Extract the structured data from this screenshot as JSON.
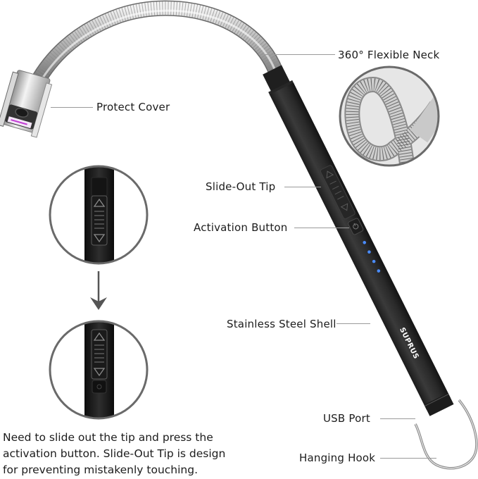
{
  "product": {
    "brand": "SUPRUS",
    "type": "USB rechargeable arc lighter with flexible neck",
    "colors": {
      "body": "#2b2b2b",
      "neck": "#bfbfbf",
      "led": "#4a8cff",
      "circle_stroke": "#6a6a6a",
      "leader_line": "#9a9a9a",
      "arc": "#c23bd4"
    },
    "led_count": 4
  },
  "labels": {
    "protect_cover": "Protect Cover",
    "flexible_neck": "360° Flexible Neck",
    "slide_out_tip": "Slide-Out Tip",
    "activation_button": "Activation Button",
    "steel_shell": "Stainless Steel Shell",
    "usb_port": "USB Port",
    "hanging_hook": "Hanging Hook"
  },
  "detail_views": [
    {
      "name": "slide-tip-closed",
      "description": "Slide-Out Tip in locked position"
    },
    {
      "name": "slide-tip-open",
      "description": "Slide-Out Tip slid out revealing activation button"
    }
  ],
  "caption": {
    "lines": [
      "Need to slide out the tip and press the",
      "activation button. Slide-Out Tip is design",
      "for preventing mistakenly touching."
    ]
  }
}
